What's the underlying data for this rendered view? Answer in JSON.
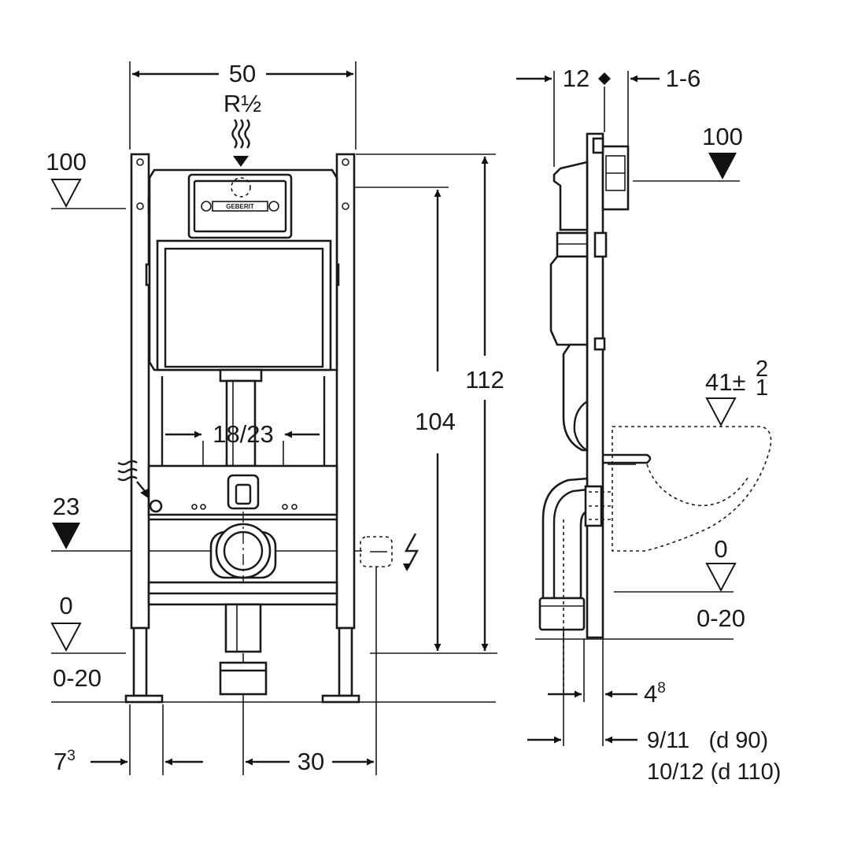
{
  "front_view": {
    "width_dim": "50",
    "water_inlet": "R½",
    "total_height_dim": "112",
    "flush_plate_height_dim": "104",
    "fixing_spacing_dim": "18/23",
    "inlet_height_mark": "100",
    "waste_height_mark": "23",
    "floor_mark": "0",
    "floor_range": "0-20",
    "foot_offset_base": "7",
    "foot_offset_sup": "3",
    "waste_offset_dim": "30",
    "brand": "GEBERIT"
  },
  "side_view": {
    "cistern_depth_dim": "12",
    "plate_gap_dim": "1-6",
    "inlet_height_mark": "100",
    "seat_height_base": "41",
    "seat_height_tol": "±",
    "seat_tol_plus": "2",
    "seat_tol_minus": "1",
    "floor_mark": "0",
    "floor_range": "0-20",
    "frame_offset_base": "4",
    "frame_offset_sup": "8",
    "pipe_offset_d90": "9/11   (d 90)",
    "pipe_offset_d110": "10/12 (d 110)"
  }
}
